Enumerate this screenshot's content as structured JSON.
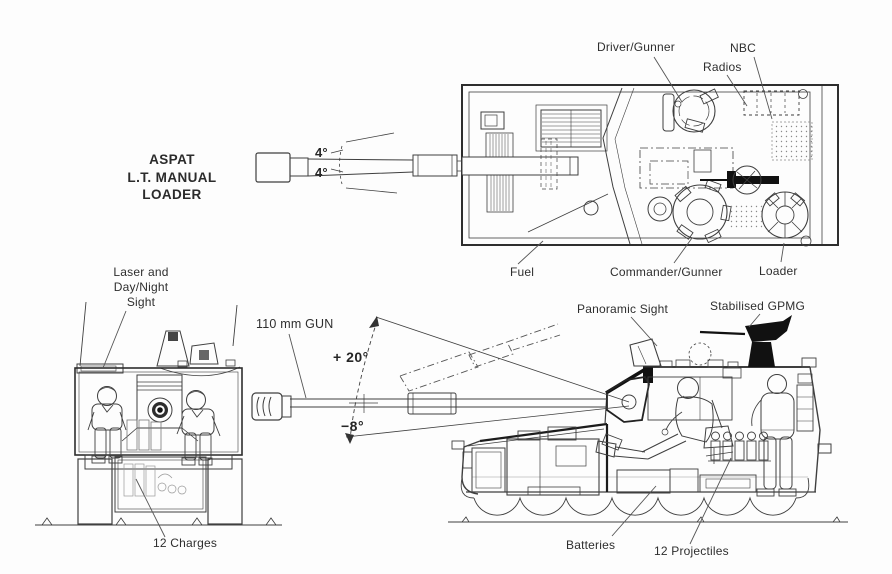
{
  "figure": {
    "title_lines": [
      "ASPAT",
      "L.T. MANUAL",
      "LOADER"
    ],
    "top_view": {
      "labels": {
        "driver_gunner": "Driver/Gunner",
        "nbc": "NBC",
        "radios": "Radios",
        "fuel": "Fuel",
        "commander_gunner": "Commander/Gunner",
        "loader": "Loader",
        "traverse_up": "4°",
        "traverse_down": "4°"
      }
    },
    "front_view": {
      "labels": {
        "laser_sight_lines": [
          "Laser and",
          "Day/Night",
          "Sight"
        ],
        "charges": "12 Charges"
      }
    },
    "side_view": {
      "labels": {
        "gun": "110 mm GUN",
        "elevation_max": "+ 20°",
        "elevation_min": "−8°",
        "panoramic_sight": "Panoramic Sight",
        "gpmg": "Stabilised GPMG",
        "batteries": "Batteries",
        "projectiles": "12 Projectiles"
      }
    },
    "colors": {
      "background": "#fdfdfd",
      "line": "#3f3f3f",
      "ink": "#1c1c1c"
    }
  }
}
